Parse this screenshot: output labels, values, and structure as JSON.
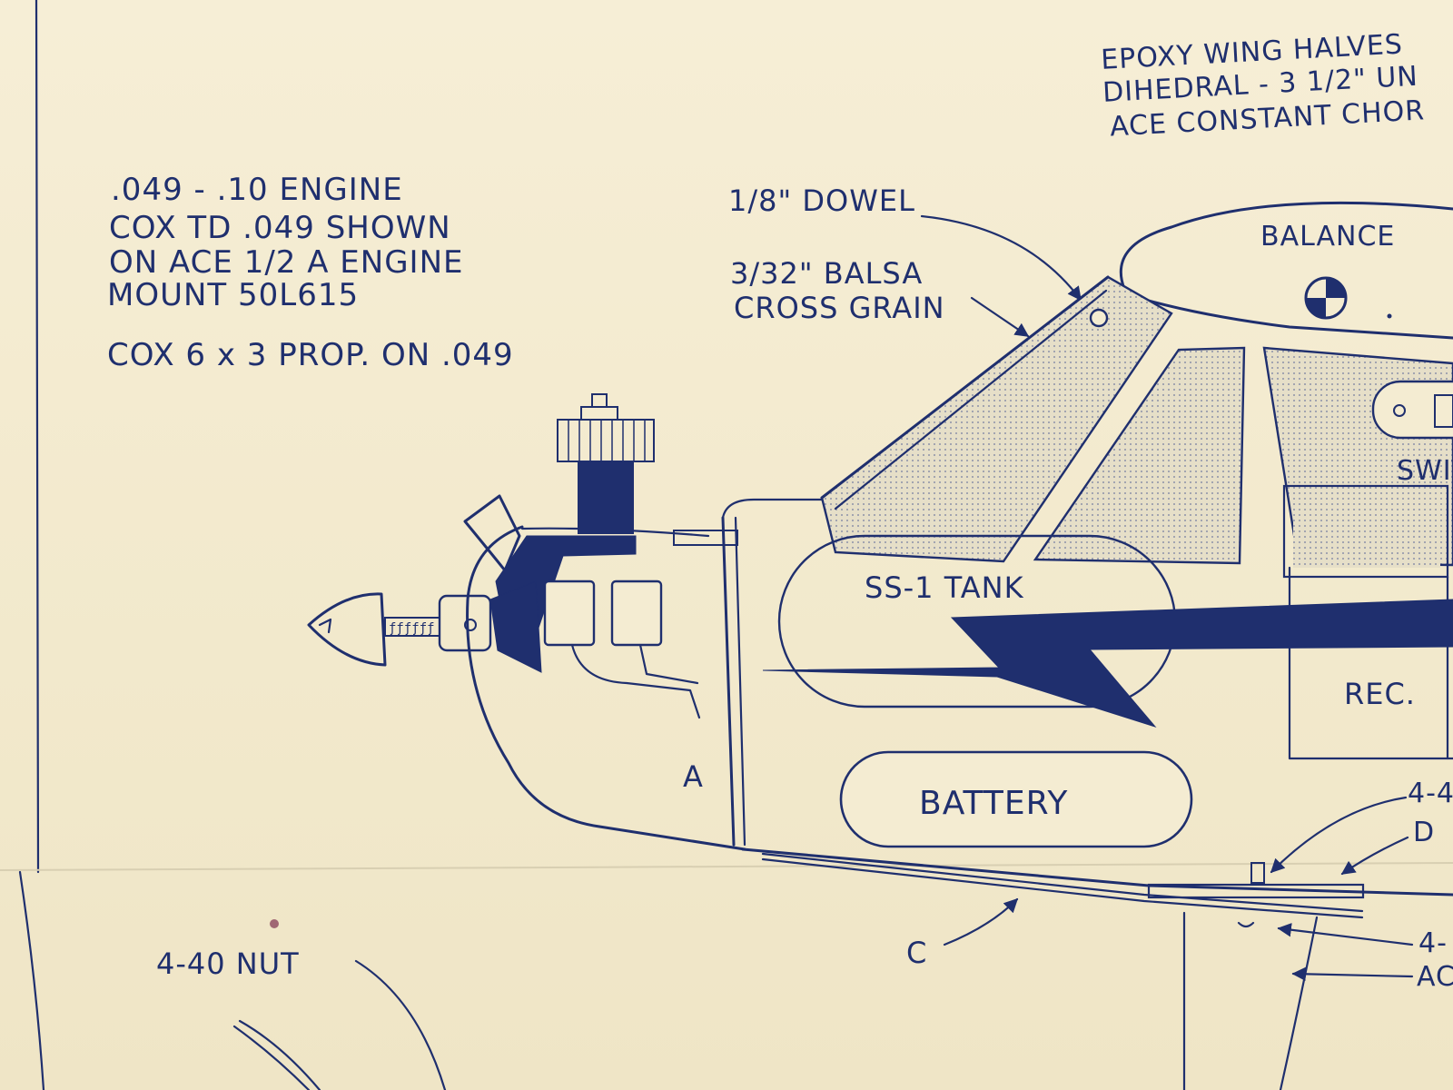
{
  "colors": {
    "paper": "#f4ecd2",
    "ink": "#1f2f6e"
  },
  "notes": {
    "epoxy": [
      "EPOXY WING HALVES",
      "DIHEDRAL - 3 1/2\" UN",
      "ACE CONSTANT CHOR"
    ],
    "engine": [
      ".049 - .10 ENGINE",
      "COX TD .049 SHOWN",
      "ON ACE 1/2 A ENGINE",
      "MOUNT 50L615"
    ],
    "prop": "COX 6 x 3 PROP. ON .049"
  },
  "callouts": {
    "dowel": "1/8\" DOWEL",
    "balsa": [
      "3/32\" BALSA",
      "CROSS GRAIN"
    ],
    "balance": "BALANCE",
    "switch": "SWIT",
    "tank": "SS-1 TANK",
    "rec": "REC.",
    "battery": "BATTERY",
    "nut": "4-40 NUT",
    "a": "A",
    "c": "C",
    "d": "D",
    "r1": "4-4",
    "r2": "4-",
    "r3": "AC"
  }
}
